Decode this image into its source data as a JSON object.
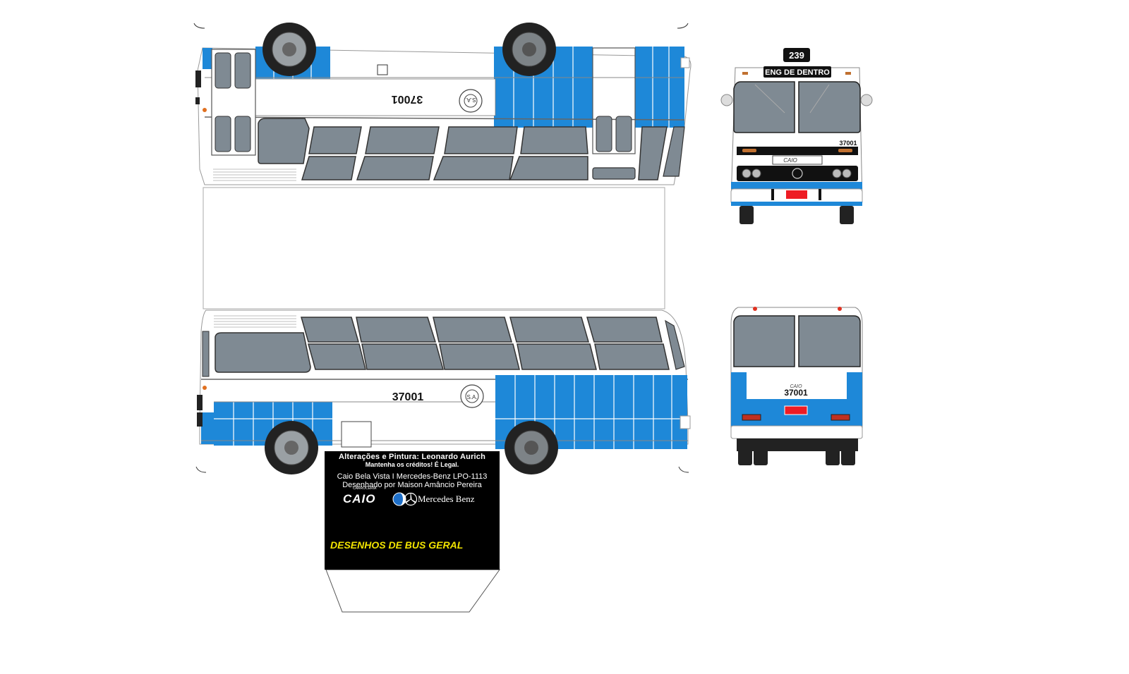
{
  "bus": {
    "fleet_number": "37001",
    "route_number": "239",
    "destination": "ENG DE DENTRO",
    "company_seal": "S.A.",
    "colors": {
      "blue": "#1e88d8",
      "window": "#7f8a93",
      "white": "#ffffff",
      "tire": "#222222"
    }
  },
  "front": {
    "number": "37001",
    "grille_brand": "CAIO"
  },
  "rear": {
    "number": "37001",
    "brand": "CAIO"
  },
  "credits": {
    "line1": "Alterações e Pintura: Leonardo Aurich",
    "line2": "Mantenha os créditos! É Legal.",
    "line3": "Caio Bela Vista I Mercedes-Benz LPO-1113",
    "line4": "Desenhado por Maison Amâncio Pereira",
    "caio_logo": "CAIO",
    "caio_small": "CARROCERIA",
    "mercedes_label": "Mercedes Benz",
    "footer": "DESENHOS DE BUS GERAL"
  }
}
